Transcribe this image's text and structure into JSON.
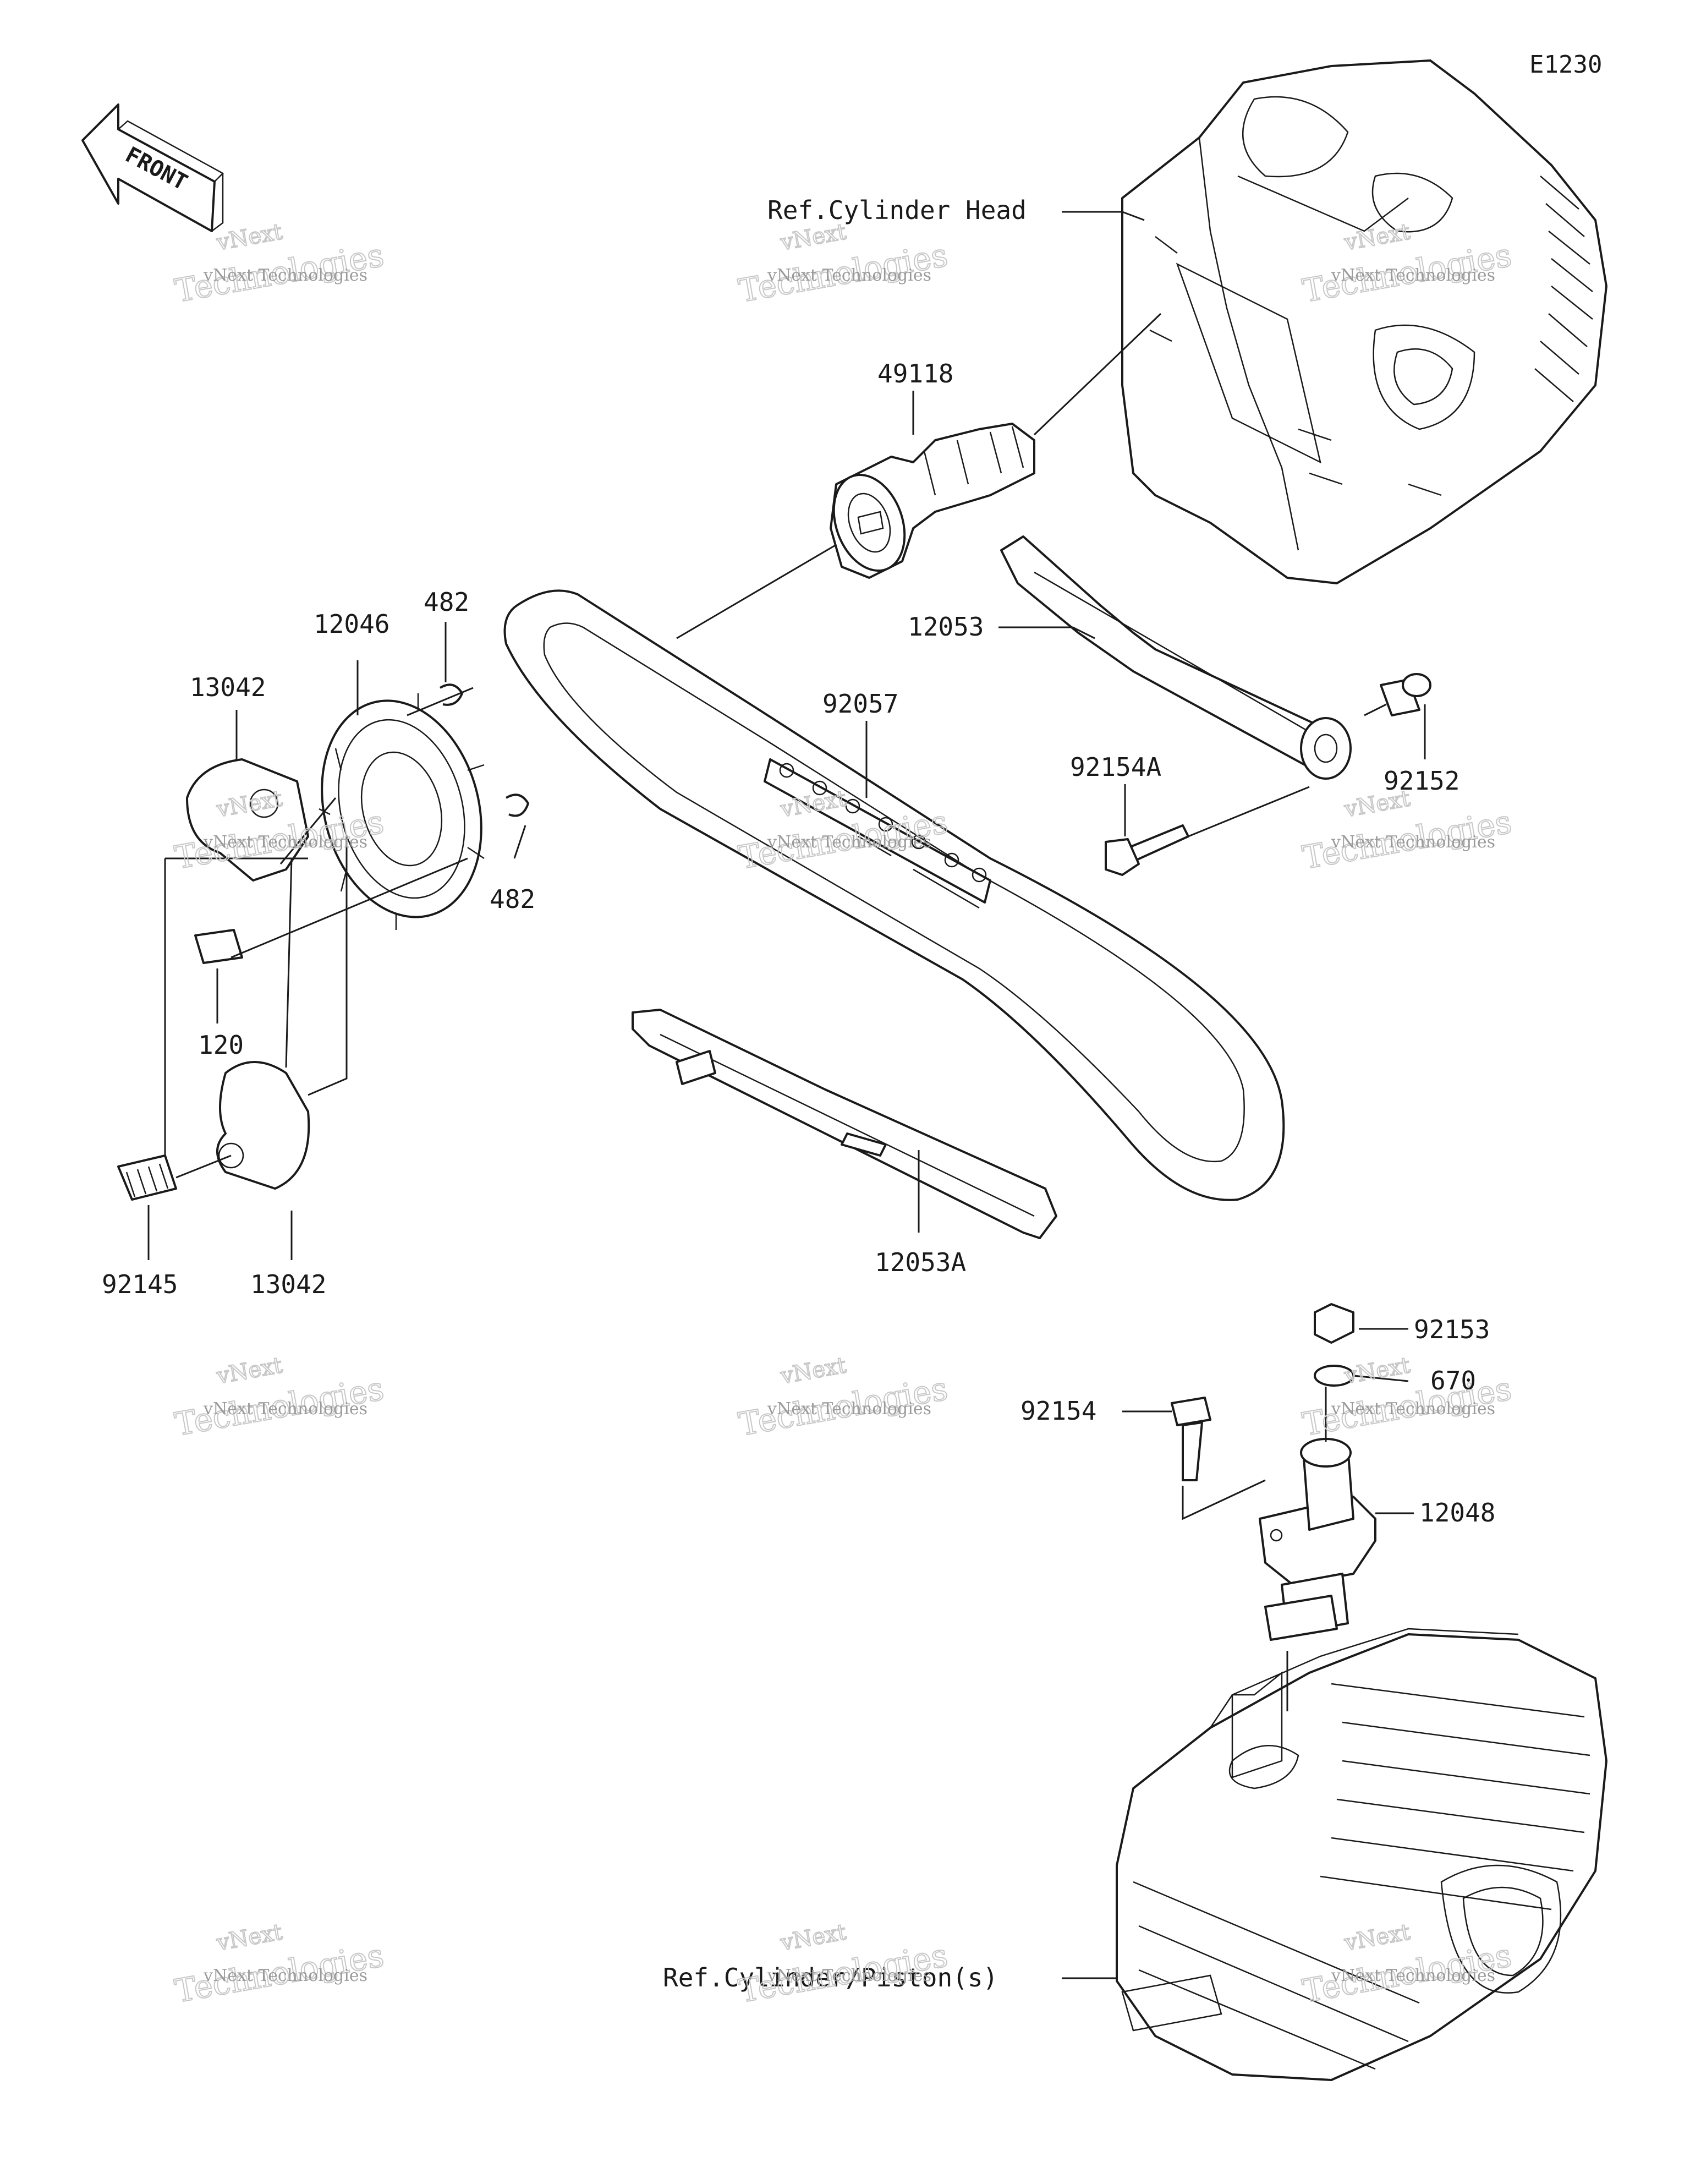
{
  "diagram_code": "E1230",
  "front_label": "FRONT",
  "references": {
    "cylinder_head": "Ref.Cylinder Head",
    "cylinder_piston": "Ref.Cylinder/Piston(s)"
  },
  "parts": {
    "p49118": "49118",
    "p12053": "12053",
    "p12053A": "12053A",
    "p92057": "92057",
    "p92154A": "92154A",
    "p92152": "92152",
    "p12046": "12046",
    "p482_top": "482",
    "p482_bottom": "482",
    "p13042_top": "13042",
    "p13042_bottom": "13042",
    "p120": "120",
    "p92145": "92145",
    "p92153": "92153",
    "p670": "670",
    "p92154": "92154",
    "p12048": "12048"
  },
  "watermark": {
    "brand": "vNext",
    "company": "vNext Technologies",
    "word": "Technologies"
  }
}
